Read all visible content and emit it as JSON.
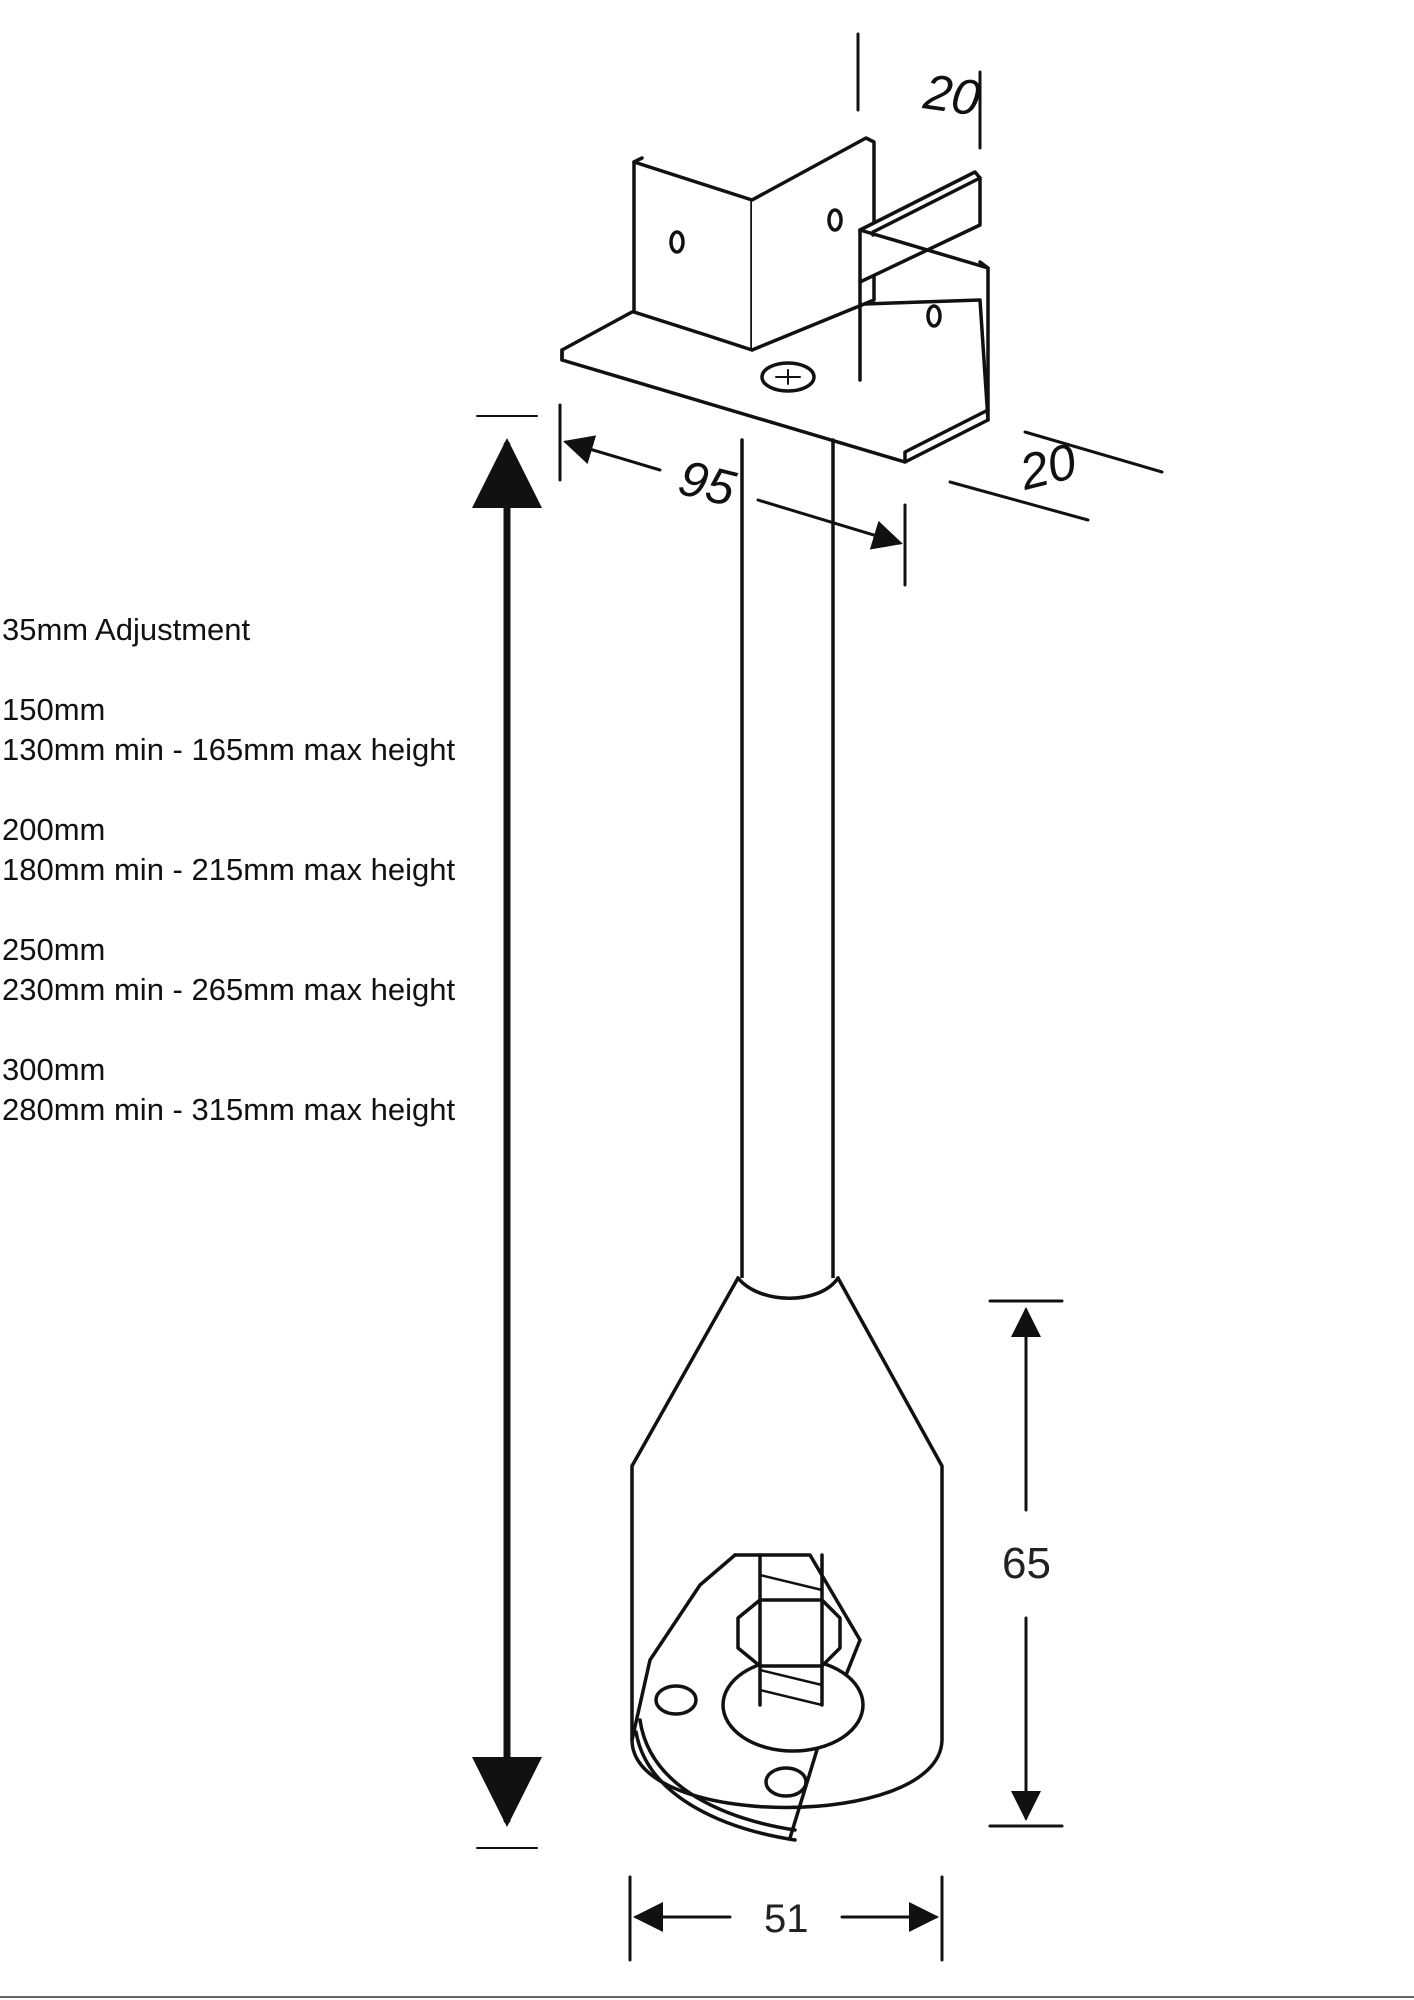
{
  "specs": {
    "adjustment": "35mm Adjustment",
    "sizes": [
      {
        "size": "150mm",
        "range": "130mm min - 165mm max height"
      },
      {
        "size": "200mm",
        "range": "180mm min - 215mm max height"
      },
      {
        "size": "250mm",
        "range": "230mm min - 265mm max height"
      },
      {
        "size": "300mm",
        "range": "280mm min - 315mm max height"
      }
    ]
  },
  "dimensions": {
    "bracket_gap_top": "20",
    "bracket_length": "95",
    "bracket_gap_side": "20",
    "foot_height": "65",
    "foot_diameter": "51"
  },
  "colors": {
    "line": "#111111",
    "background": "#ffffff"
  }
}
